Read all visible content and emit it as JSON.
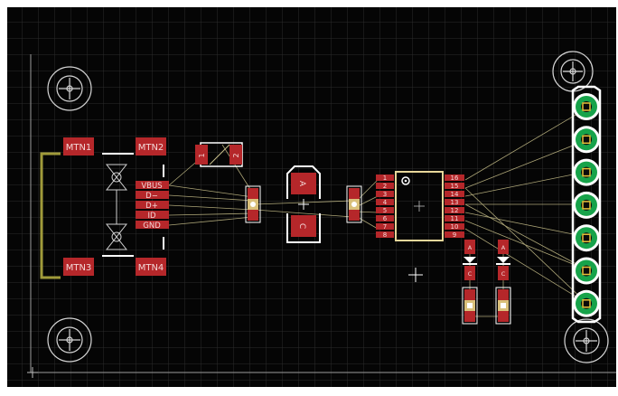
{
  "colors": {
    "background": "#050505",
    "grid": "#2c2c2c",
    "pad": "#b5272a",
    "pad_text": "#f3d7d7",
    "silkscreen": "#d8d8d8",
    "outline": "#ffffff",
    "airwire": "#c9c08a",
    "board_edge": "#a09a3a",
    "header_ring": "#17a34a",
    "header_hole": "#e8c23a",
    "package_outline": "#e8d79a"
  },
  "usb": {
    "mounting": [
      "MTN1",
      "MTN2",
      "MTN3",
      "MTN4"
    ],
    "pins": [
      "VBUS",
      "D−",
      "D+",
      "ID",
      "GND"
    ]
  },
  "capacitor": {
    "pad_top": "A",
    "pad_bottom": "C"
  },
  "r_top_left": {
    "pad1": "1",
    "pad2": "2"
  },
  "ic": {
    "left_pins": [
      "1",
      "2",
      "3",
      "4",
      "5",
      "6",
      "7",
      "8"
    ],
    "right_pins": [
      "16",
      "15",
      "14",
      "13",
      "12",
      "11",
      "10",
      "9"
    ]
  },
  "leds": [
    {
      "anode": "A",
      "cathode": "C"
    },
    {
      "anode": "A",
      "cathode": "C"
    }
  ],
  "header": {
    "pin_count": 7
  },
  "icons": {
    "mount_hole": "mounting-hole-icon",
    "origin": "origin-cross-icon",
    "cursor": "crosshair-cursor-icon"
  }
}
